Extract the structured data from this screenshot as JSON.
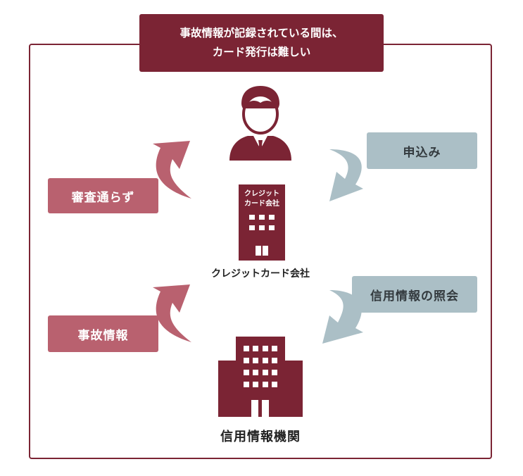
{
  "banner": {
    "line1": "事故情報が記録されている間は、",
    "line2": "カード発行は難しい"
  },
  "labels": {
    "deny": "審査通らず",
    "apply": "申込み",
    "accident_info": "事故情報",
    "credit_inquiry": "信用情報の照会",
    "card_company": "クレジットカード会社",
    "card_company_sign_line1": "クレジット",
    "card_company_sign_line2": "カード会社",
    "credit_bureau": "信用情報機関"
  },
  "icons": {
    "person": "person-icon",
    "card_company_building": "building-icon",
    "credit_bureau_building": "building-icon"
  },
  "colors": {
    "accent": "#7b2434",
    "red_pill": "#b9616f",
    "blue_pill": "#abbfc6"
  }
}
